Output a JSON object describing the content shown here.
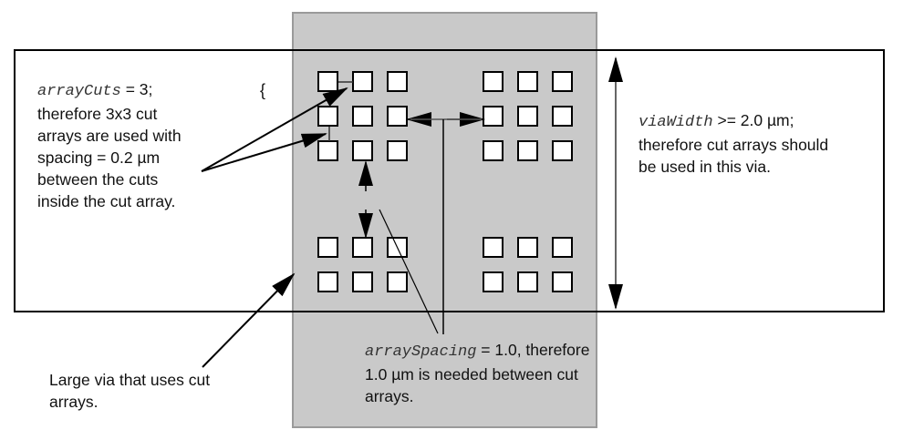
{
  "domain": "Diagram",
  "annotations": {
    "array_cuts": {
      "param": "arrayCuts",
      "rest_first_line": " = 3;",
      "lines": [
        "therefore 3x3 cut",
        "arrays are used with",
        "spacing = 0.2 µm",
        "between the cuts",
        "inside the cut array."
      ]
    },
    "brace": "{",
    "via_width": {
      "param": "viaWidth",
      "rest_first_line": " >= 2.0 µm;",
      "lines": [
        "therefore cut arrays should",
        "be used in this via."
      ]
    },
    "array_spacing": {
      "param": "arraySpacing",
      "rest_first_line": " = 1.0, therefore",
      "lines": [
        "1.0 µm is needed between cut",
        "arrays."
      ]
    },
    "large_via": {
      "lines": [
        "Large via that uses cut",
        "arrays."
      ]
    }
  },
  "colors": {
    "via_fill": "#c9c9c9",
    "via_border": "#9a9a9a",
    "cut_fill": "#ffffff",
    "line": "#000000"
  }
}
